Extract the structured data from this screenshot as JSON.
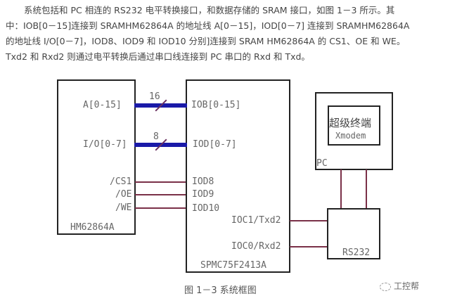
{
  "paragraph": {
    "lines": [
      "系统包括和 PC 相连的 RS232 电平转换接口，和数据存储的 SRAM 接口，如图 1－3 所示。其",
      "中：IOB[0－15]连接到 SRAMHM62864A 的地址线 A[0－15]，IOD[0－7] 连接到 SRAMHM62864A",
      "的地址线 I/O[0－7]，IOD8、IOD9 和 IOD10 分别]连接到 SRAM  HM62864A 的 CS1、OE 和 WE。",
      "Txd2 和 Rxd2 则通过电平转换后通过串口线连接到 PC 串口的 Rxd 和 Txd。"
    ]
  },
  "diagram": {
    "sram": {
      "name": "HM62864A",
      "pins": [
        "A[0-15]",
        "I/O[0-7]",
        "/CS1",
        "/OE",
        "/WE"
      ]
    },
    "mcu": {
      "name": "SPMC75F2413A",
      "pins": [
        "IOB[0-15]",
        "IOD[0-7]",
        "IOD8",
        "IOD9",
        "IOD10",
        "IOC1/Txd2",
        "IOC0/Rxd2"
      ]
    },
    "bus_widths": [
      "16",
      "8"
    ],
    "pc": {
      "name": "PC",
      "terminal_cn": "超级终端",
      "terminal_en": "Xmodem"
    },
    "rs232": {
      "name": "RS232"
    },
    "colors": {
      "bus": "#1a1aa8",
      "wire": "#7a3048",
      "box": "#222222"
    }
  },
  "caption": "图 1－3  系统框图",
  "watermark": "工控帮"
}
